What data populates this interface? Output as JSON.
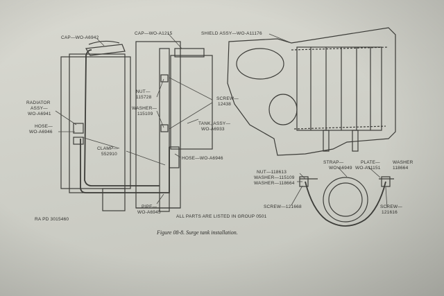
{
  "labels": {
    "cap_left": "CAP—WO-A6942",
    "cap_mid": "CAP—WO-A1215",
    "shield": "SHIELD ASSY—WO-A11176",
    "radiator_1": "RADIATOR",
    "radiator_2": "ASSY—",
    "radiator_3": "WO-A6941",
    "hose_left_1": "HOSE—",
    "hose_left_2": "WO-A6946",
    "nut_1": "NUT—",
    "nut_2": "115728",
    "washer_1": "WASHER—",
    "washer_2": "115109",
    "screw_1": "SCREW—",
    "screw_2": "12438",
    "tank_1": "TANK, ASSY—",
    "tank_2": "WO-A6933",
    "clamp_1": "CLAMP—",
    "clamp_2": "552910",
    "hose_mid": "HOSE—WO-A6946",
    "pipe_1": "PIPE—",
    "pipe_2": "WO-A6945",
    "all_parts": "ALL PARTS ARE LISTED IN GROUP 0501",
    "nut_r": "NUT—118613",
    "washer_r1": "WASHER—115109",
    "washer_r2": "WASHER—118664",
    "strap_1": "STRAP—",
    "strap_2": "WO-A6949",
    "plate_1": "PLATE—",
    "plate_2": "WO-A11151",
    "washer_r3_1": "WASHER",
    "washer_r3_2": "118664",
    "screw_r": "SCREW—121668",
    "screw_r2_1": "SCREW—",
    "screw_r2_2": "121616",
    "ra_pd": "RA PD 3015460"
  },
  "caption": "Figure 08-8. Surge tank installation."
}
